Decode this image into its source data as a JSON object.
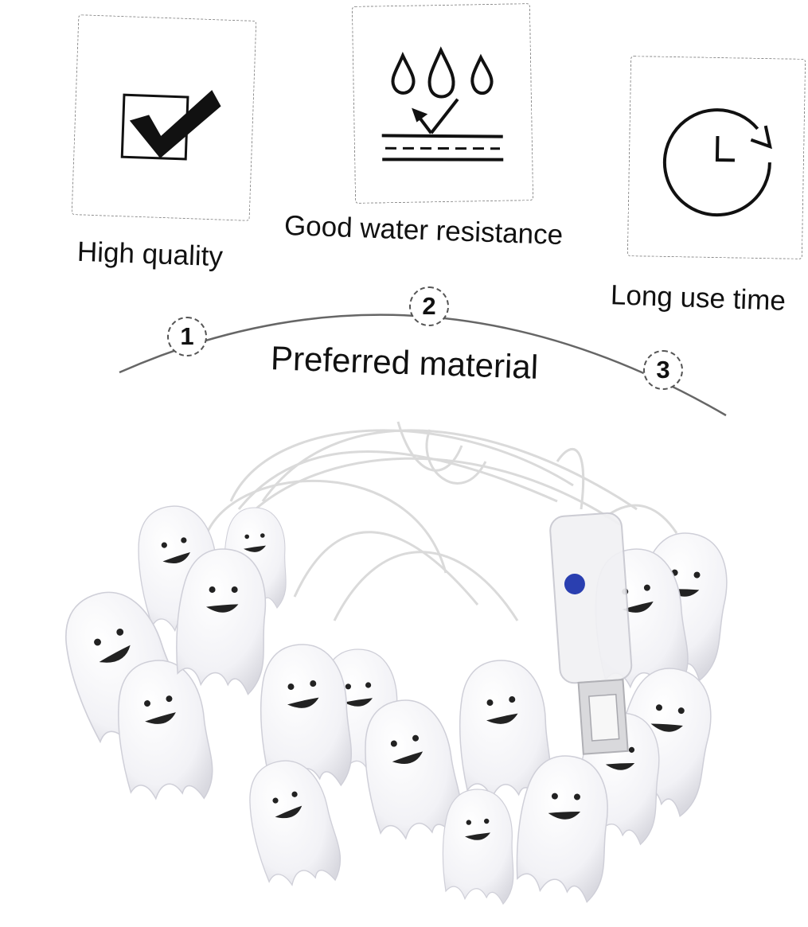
{
  "features": [
    {
      "label": "High quality",
      "icon": "checkbox-check-icon"
    },
    {
      "label": "Good water resistance",
      "icon": "water-resistance-icon"
    },
    {
      "label": "Long use time",
      "icon": "clock-refresh-icon"
    }
  ],
  "steps": [
    "1",
    "2",
    "3"
  ],
  "headline": "Preferred material",
  "colors": {
    "text": "#111111",
    "dashed_border": "#8a8a8a",
    "ghost_body": "#f4f4f8",
    "wire": "#dcdcdc",
    "switch_button": "#2a3fb0"
  }
}
